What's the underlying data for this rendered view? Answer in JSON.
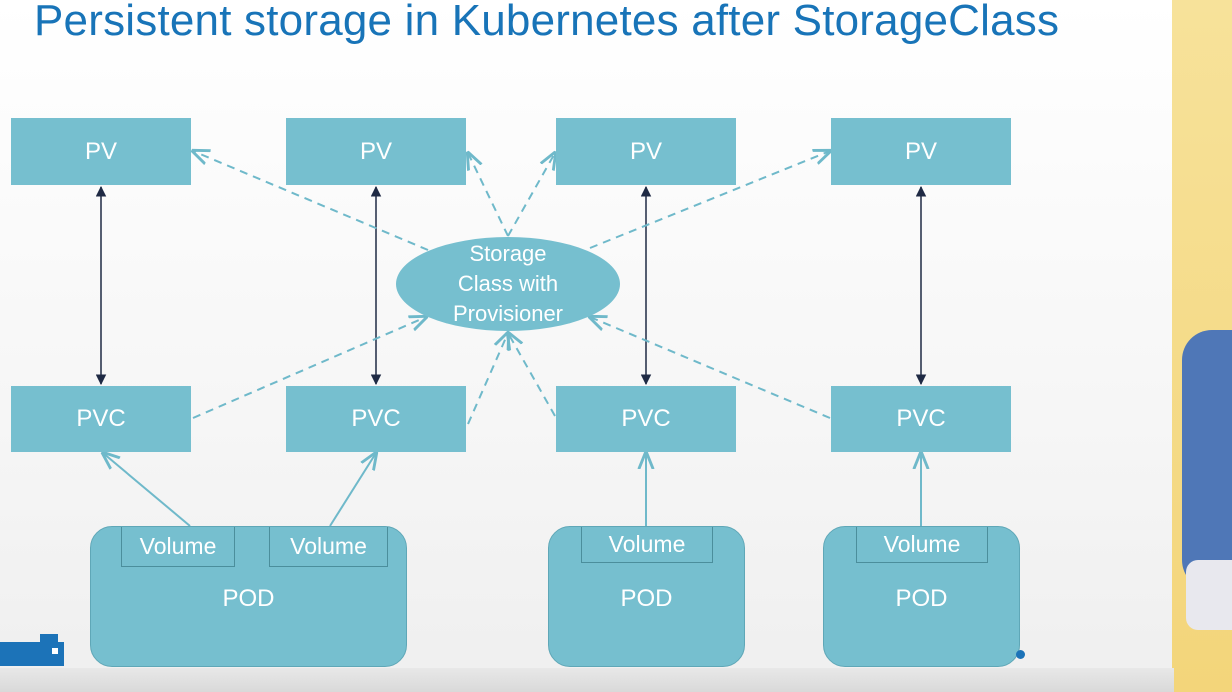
{
  "title": "Persistent storage in Kubernetes after StorageClass",
  "storage_class": {
    "lines": [
      "Storage",
      "Class with",
      "Provisioner"
    ]
  },
  "pv_label": "PV",
  "pvc_label": "PVC",
  "pod_label": "POD",
  "volume_label": "Volume",
  "colors": {
    "box": "#76bfcf",
    "title": "#1874b8",
    "arrow": "#1f2a44",
    "dashed": "#6fb9ca"
  }
}
